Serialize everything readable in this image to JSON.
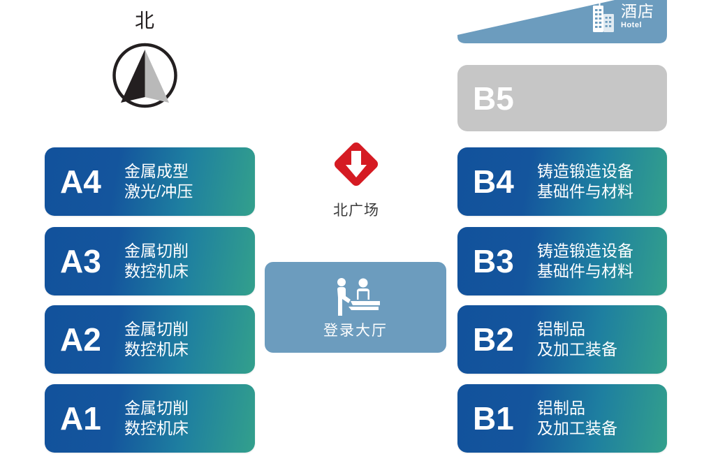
{
  "compass": {
    "label": "北",
    "icon": "compass-north-arrow-icon"
  },
  "plaza": {
    "label": "北广场",
    "icon": "down-arrow-diamond-icon",
    "color": "#d51b23"
  },
  "registration": {
    "label": "登录大厅",
    "icon": "reception-desk-icon",
    "color": "#6c9cbe"
  },
  "hotel": {
    "name_cn": "酒店",
    "name_en": "Hotel",
    "icon": "hotel-buildings-icon",
    "color": "#6c9cbe"
  },
  "halls": {
    "left": [
      {
        "code": "A4",
        "line1": "金属成型",
        "line2": "激光/冲压"
      },
      {
        "code": "A3",
        "line1": "金属切削",
        "line2": "数控机床"
      },
      {
        "code": "A2",
        "line1": "金属切削",
        "line2": "数控机床"
      },
      {
        "code": "A1",
        "line1": "金属切削",
        "line2": "数控机床"
      }
    ],
    "right": [
      {
        "code": "B4",
        "line1": "铸造锻造设备",
        "line2": "基础件与材料"
      },
      {
        "code": "B3",
        "line1": "铸造锻造设备",
        "line2": "基础件与材料"
      },
      {
        "code": "B2",
        "line1": "铝制品",
        "line2": "及加工装备"
      },
      {
        "code": "B1",
        "line1": "铝制品",
        "line2": "及加工装备"
      }
    ],
    "grey": {
      "code": "B5",
      "line1": "",
      "line2": ""
    }
  },
  "theme": {
    "gradient_start": "#12529c",
    "gradient_end": "#33a08c",
    "grey_card": "#c6c6c6",
    "background": "#ffffff"
  }
}
